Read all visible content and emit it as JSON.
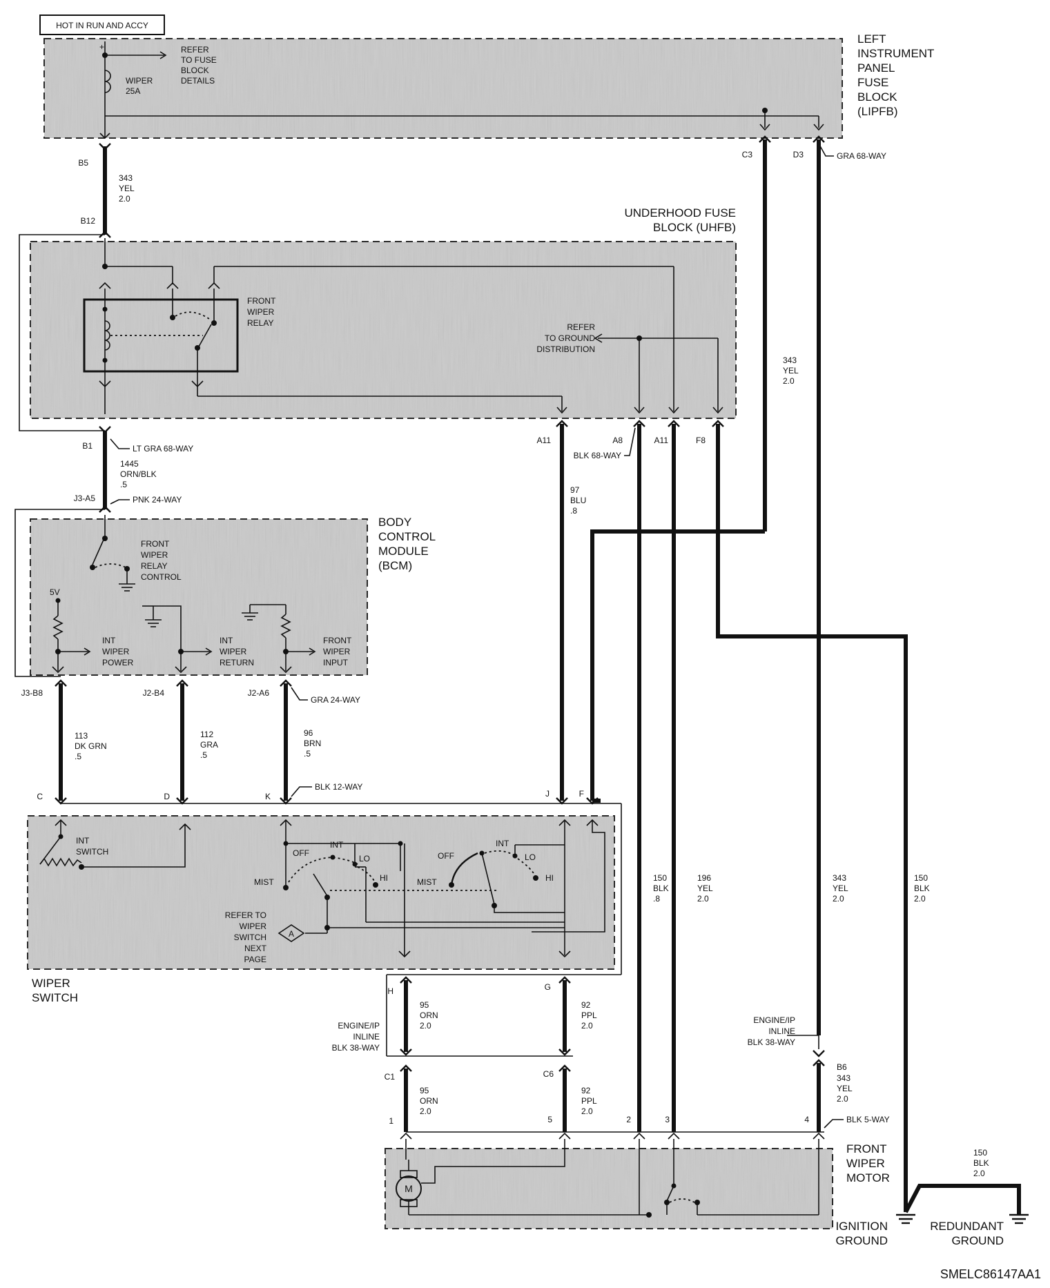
{
  "header": {
    "tag": "HOT IN RUN AND ACCY"
  },
  "modules": {
    "lipfb": [
      "LEFT",
      "INSTRUMENT",
      "PANEL",
      "FUSE",
      "BLOCK",
      "(LIPFB)"
    ],
    "uhfb": [
      "UNDERHOOD FUSE",
      "BLOCK (UHFB)"
    ],
    "bcm": [
      "BODY",
      "CONTROL",
      "MODULE",
      "(BCM)"
    ],
    "wiper_switch": [
      "WIPER",
      "SWITCH"
    ],
    "wiper_motor": [
      "FRONT",
      "WIPER",
      "MOTOR"
    ]
  },
  "lipfb": {
    "refer": [
      "REFER",
      "TO FUSE",
      "BLOCK",
      "DETAILS"
    ],
    "fuse": [
      "WIPER",
      "25A"
    ],
    "plus": "+"
  },
  "uhfb": {
    "relay": [
      "FRONT",
      "WIPER",
      "RELAY"
    ],
    "refer": [
      "REFER",
      "TO GROUND",
      "DISTRIBUTION"
    ]
  },
  "bcm": {
    "relay_control": [
      "FRONT",
      "WIPER",
      "RELAY",
      "CONTROL"
    ],
    "five_v": "5V",
    "int_power": [
      "INT",
      "WIPER",
      "POWER"
    ],
    "int_return": [
      "INT",
      "WIPER",
      "RETURN"
    ],
    "front_input": [
      "FRONT",
      "WIPER",
      "INPUT"
    ]
  },
  "switch": {
    "int_switch": [
      "INT",
      "SWITCH"
    ],
    "pos": {
      "off": "OFF",
      "int": "INT",
      "lo": "LO",
      "hi": "HI",
      "mist": "MIST"
    },
    "refer": [
      "REFER TO",
      "WIPER",
      "SWITCH",
      "NEXT",
      "PAGE"
    ],
    "marker": "A"
  },
  "motor": {
    "symbol": "M"
  },
  "grounds": {
    "ignition": [
      "IGNITION",
      "GROUND"
    ],
    "redundant": [
      "REDUNDANT",
      "GROUND"
    ]
  },
  "connectors": {
    "gra68": "GRA 68-WAY",
    "ltgra68": "LT GRA 68-WAY",
    "pnk24": "PNK 24-WAY",
    "blk68": "BLK 68-WAY",
    "gra24": "GRA 24-WAY",
    "blk12": "BLK 12-WAY",
    "inline_left": [
      "ENGINE/IP",
      "INLINE",
      "BLK 38-WAY"
    ],
    "inline_right": [
      "ENGINE/IP",
      "INLINE",
      "BLK 38-WAY"
    ],
    "blk5": "BLK 5-WAY"
  },
  "pins": {
    "b5": "B5",
    "b12": "B12",
    "c3": "C3",
    "d3": "D3",
    "b1": "B1",
    "j3a5": "J3-A5",
    "a11a": "A11",
    "a8": "A8",
    "a11b": "A11",
    "f8": "F8",
    "j3b8": "J3-B8",
    "j2b4": "J2-B4",
    "j2a6": "J2-A6",
    "c": "C",
    "d": "D",
    "k": "K",
    "j": "J",
    "f": "F",
    "h": "H",
    "g": "G",
    "c1": "C1",
    "c6": "C6",
    "b6": "B6",
    "m1": "1",
    "m5": "5",
    "m2": "2",
    "m3": "3",
    "m4": "4"
  },
  "wires": {
    "w343_top": [
      "343",
      "YEL",
      "2.0"
    ],
    "w343_mid": [
      "343",
      "YEL",
      "2.0"
    ],
    "w1445": [
      "1445",
      "ORN/BLK",
      ".5"
    ],
    "w97": [
      "97",
      "BLU",
      ".8"
    ],
    "w113": [
      "113",
      "DK GRN",
      ".5"
    ],
    "w112": [
      "112",
      "GRA",
      ".5"
    ],
    "w96": [
      "96",
      "BRN",
      ".5"
    ],
    "w150a": [
      "150",
      "BLK",
      ".8"
    ],
    "w196": [
      "196",
      "YEL",
      "2.0"
    ],
    "w343_low": [
      "343",
      "YEL",
      "2.0"
    ],
    "w150b": [
      "150",
      "BLK",
      "2.0"
    ],
    "w95a": [
      "95",
      "ORN",
      "2.0"
    ],
    "w92a": [
      "92",
      "PPL",
      "2.0"
    ],
    "w95b": [
      "95",
      "ORN",
      "2.0"
    ],
    "w92b": [
      "92",
      "PPL",
      "2.0"
    ],
    "w343_b6": [
      "343",
      "YEL",
      "2.0"
    ],
    "w150c": [
      "150",
      "BLK",
      "2.0"
    ]
  },
  "footer": {
    "id": "SMELC86147AA1"
  },
  "colors": {
    "module_fill": "#c9c9c9",
    "wire": "#111111",
    "background": "#ffffff"
  }
}
